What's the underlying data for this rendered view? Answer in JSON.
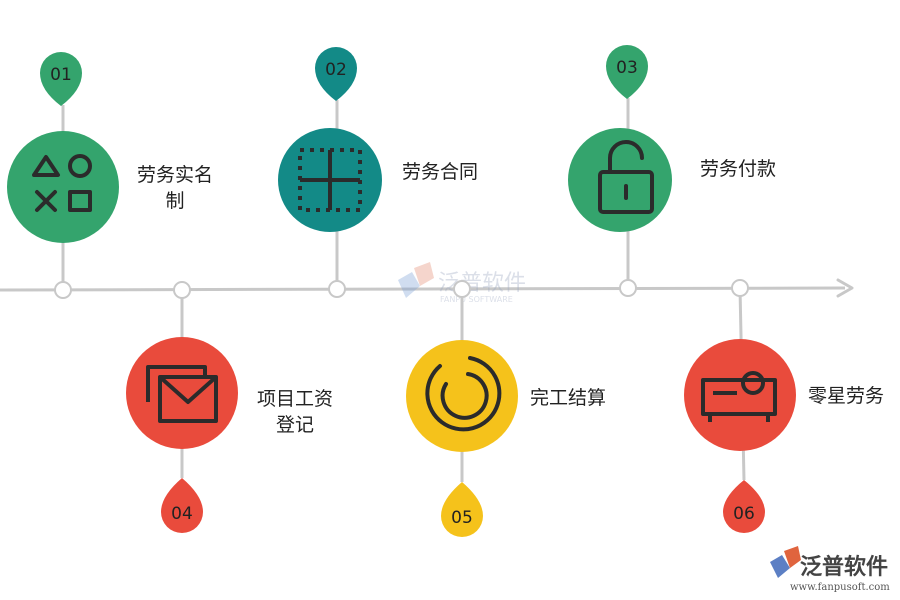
{
  "steps": [
    {
      "number": "01",
      "label": "劳务实名制",
      "color": "#34a46d",
      "icon": "shapes-icon"
    },
    {
      "number": "02",
      "label": "劳务合同",
      "color": "#138a87",
      "icon": "grid-icon"
    },
    {
      "number": "03",
      "label": "劳务付款",
      "color": "#34a46d",
      "icon": "unlock-icon"
    },
    {
      "number": "04",
      "label": "项目工资登记",
      "color": "#e94b3c",
      "icon": "envelope-icon"
    },
    {
      "number": "05",
      "label": "完工结算",
      "color": "#f5c21b",
      "icon": "circle-arrow-icon"
    },
    {
      "number": "06",
      "label": "零星劳务",
      "color": "#e94b3c",
      "icon": "projector-icon"
    }
  ],
  "watermark": {
    "brand": "泛普软件",
    "sub": "FANPU SOFTWARE"
  },
  "logo": {
    "brand": "泛普软件",
    "url": "www.fanpusoft.com"
  }
}
